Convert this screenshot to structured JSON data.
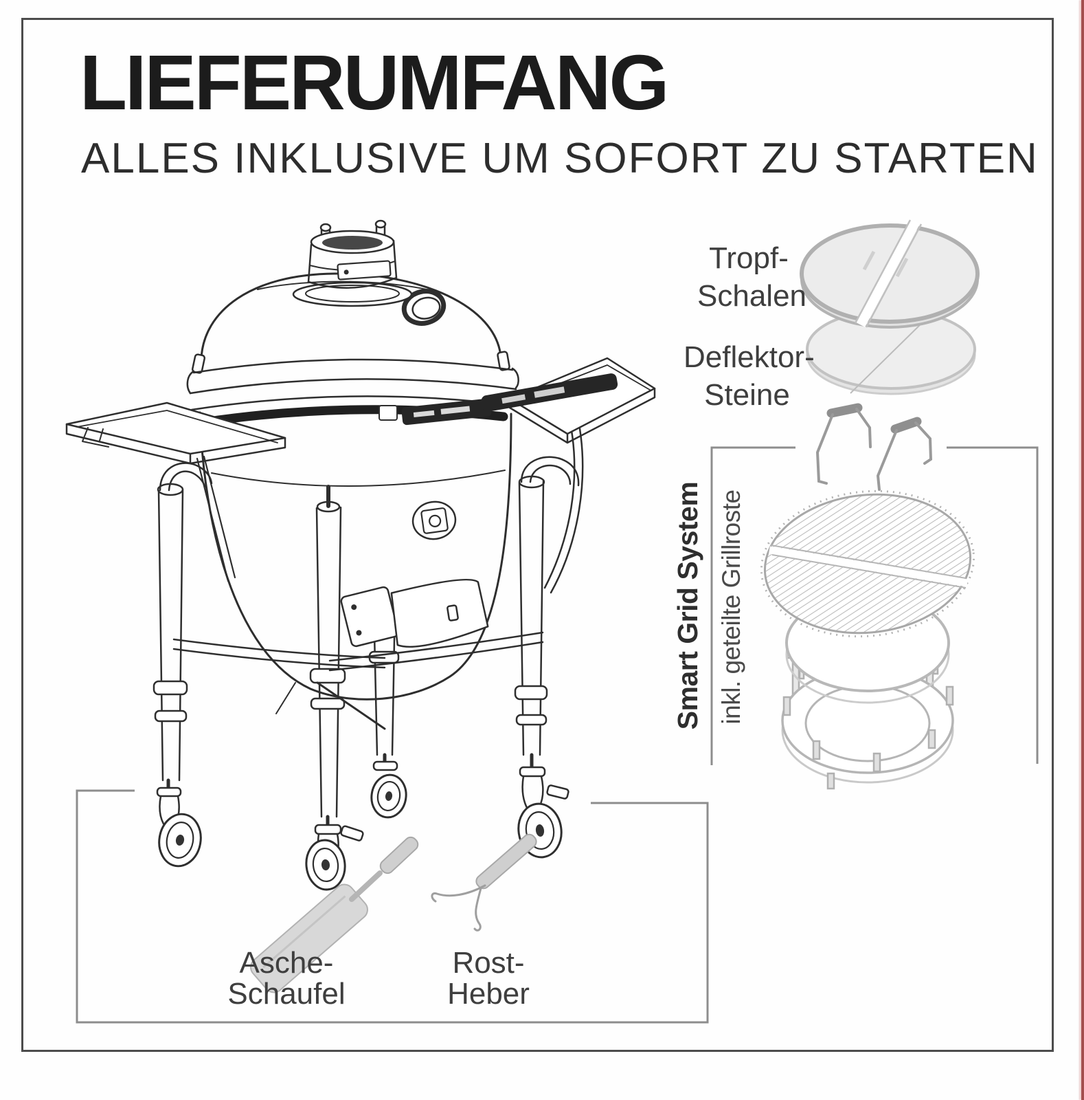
{
  "header": {
    "title": "LIEFERUMFANG",
    "subtitle": "ALLES INKLUSIVE UM SOFORT ZU STARTEN"
  },
  "labels": {
    "drip_pans": [
      "Tropf-",
      "Schalen"
    ],
    "deflector_stones": [
      "Deflektor-",
      "Steine"
    ],
    "smart_grid_system": "Smart Grid System",
    "smart_grid_note": "inkl. geteilte Grillroste",
    "ash_shovel": [
      "Asche-",
      "Schaufel"
    ],
    "grate_lifter": [
      "Rost-",
      "Heber"
    ]
  },
  "illustrations": {
    "grill": "kamado-grill-on-cart-line-drawing",
    "drip_pans": "two-split-drip-pans",
    "deflector_stones": "split-deflector-stone",
    "hooks": "two-wire-grate-hooks",
    "grate": "split-grill-grate-hatched",
    "ring_system": "smart-grid-ring-and-rack",
    "ash_shovel": "ash-shovel-tool",
    "grate_lifter": "grate-lifter-tool"
  },
  "colors": {
    "ink": "#1f1f1f",
    "label_gray": "#3e3e3e",
    "bracket_gray": "#8d8d8d",
    "accessory_gray": "#b0b0b0",
    "edge_accent": "#a34f4f",
    "background": "#fefefe"
  }
}
